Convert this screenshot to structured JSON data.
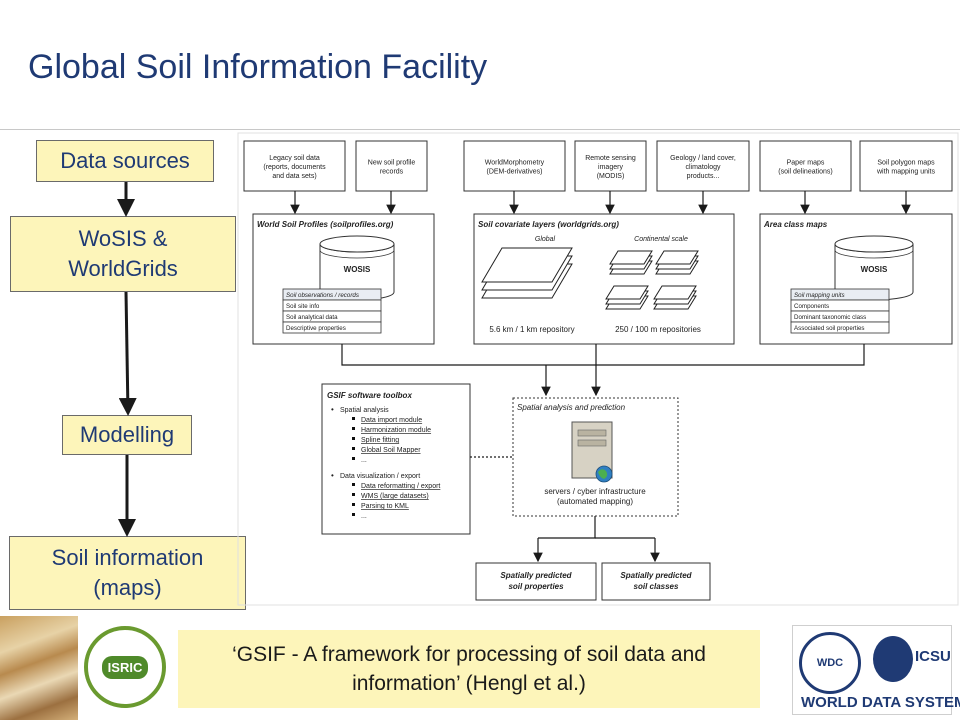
{
  "page": {
    "title": "Global Soil Information Facility"
  },
  "workflow": {
    "steps": [
      "Data sources",
      "WoSIS & WorldGrids",
      "Modelling",
      "Soil information (maps)"
    ],
    "step_lines": [
      [
        "Data sources"
      ],
      [
        "WoSIS &",
        "WorldGrids"
      ],
      [
        "Modelling"
      ],
      [
        "Soil information",
        "(maps)"
      ]
    ]
  },
  "diagram": {
    "sources": {
      "profiles": [
        [
          "Legacy soil data",
          "(reports, documents",
          "and data sets)"
        ],
        [
          "New soil profile",
          "records"
        ]
      ],
      "covariates": [
        [
          "WorldMorphometry",
          "(DEM-derivatives)"
        ],
        [
          "Remote sensing",
          "imagery",
          "(MODIS)"
        ],
        [
          "Geology / land cover,",
          "climatology",
          "products..."
        ]
      ],
      "area": [
        [
          "Paper maps",
          "(soil delineations)"
        ],
        [
          "Soil polygon maps",
          "with mapping units"
        ]
      ]
    },
    "profiles_panel": {
      "title": "World Soil Profiles (soilprofiles.org)",
      "db": "WOSIS",
      "rows": [
        "Soil observations / records",
        "Soil site info",
        "Soil analytical data",
        "Descriptive properties"
      ]
    },
    "covariates_panel": {
      "title": "Soil covariate layers (worldgrids.org)",
      "global_label": "Global",
      "continental_label": "Continental scale",
      "global_repo": "5.6 km / 1 km repository",
      "continental_repo": "250 / 100 m  repositories"
    },
    "area_panel": {
      "title": "Area class maps",
      "db": "WOSIS",
      "rows": [
        "Soil mapping units",
        "Components",
        "Dominant taxonomic class",
        "Associated soil properties"
      ]
    },
    "toolbox": {
      "title": "GSIF software toolbox",
      "groups": [
        {
          "label": "Spatial analysis",
          "items": [
            "Data import module",
            "Harmonization module",
            "Spline fitting",
            "Global Soil Mapper",
            "..."
          ]
        },
        {
          "label": "Data visualization / export",
          "items": [
            "Data reformatting / export",
            "WMS (large datasets)",
            "Parsing to KML",
            "..."
          ]
        }
      ]
    },
    "analysis": {
      "title": "Spatial analysis and prediction",
      "caption": [
        "servers / cyber infrastructure",
        "(automated mapping)"
      ]
    },
    "outputs": [
      [
        "Spatially predicted",
        "soil properties"
      ],
      [
        "Spatially predicted",
        "soil classes"
      ]
    ]
  },
  "footer": {
    "citation": "‘GSIF - A framework for processing of soil data and information’ (Hengl et al.)",
    "isric_logo_text": "ISRIC",
    "wdc_logo_text": "WDC",
    "icsu_logo_text": "ICSU",
    "wds_logo_text": "WORLD DATA SYSTEM"
  },
  "colors": {
    "title": "#1f3a74",
    "side_box_fill": "#fdf5ba",
    "arrow": "#1a1a1a"
  }
}
